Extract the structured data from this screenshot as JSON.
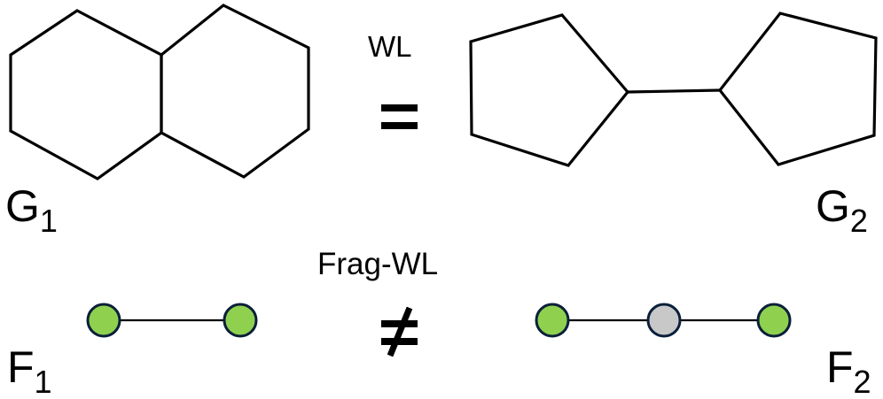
{
  "labels": {
    "g1": {
      "main": "G",
      "sub": "1"
    },
    "g2": {
      "main": "G",
      "sub": "2"
    },
    "f1": {
      "main": "F",
      "sub": "1"
    },
    "f2": {
      "main": "F",
      "sub": "2"
    },
    "wl": "WL",
    "frag_wl": "Frag-WL",
    "equals": "=",
    "not_equals": "≠"
  },
  "colors": {
    "fragment_node": "#8fd14f",
    "bridge_node": "#c8c8c8",
    "node_outline": "#0b1f3a",
    "line": "#000000"
  },
  "fragments": {
    "f1": {
      "nodes": [
        "fragment",
        "fragment"
      ]
    },
    "f2": {
      "nodes": [
        "fragment",
        "bridge",
        "fragment"
      ]
    }
  }
}
